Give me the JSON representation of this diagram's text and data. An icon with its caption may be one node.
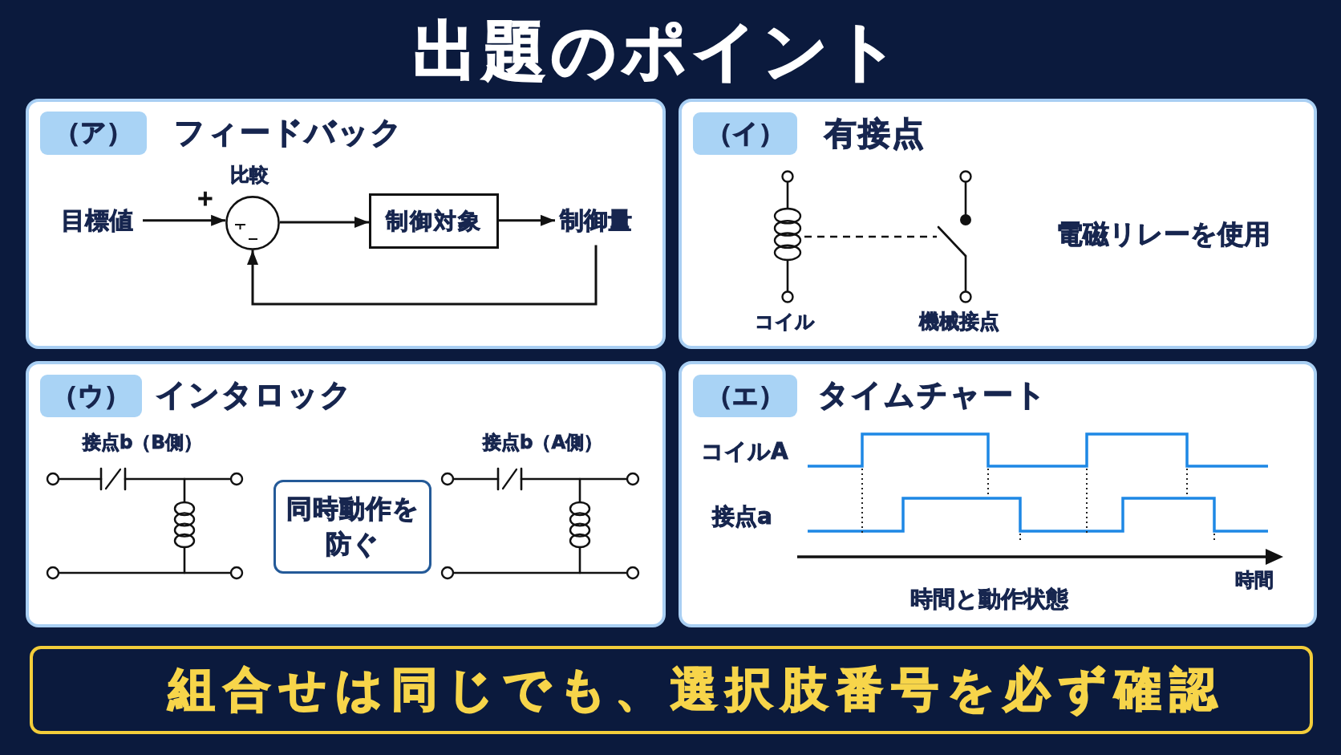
{
  "diagram": {
    "title": "出題のポイント",
    "nodes": [
      {
        "text": [
          "フィードバック"
        ]
      },
      {
        "text": [
          "（ア）"
        ],
        "in": 0
      },
      {
        "text": [
          "目標値"
        ],
        "in": 0
      },
      {
        "text": [],
        "shape": "circle",
        "in": 0,
        "beside": [
          "比較",
          "+"
        ]
      },
      {
        "text": [
          "制御対象"
        ],
        "in": 0
      },
      {
        "text": [
          "制御量"
        ],
        "in": 0
      },
      {
        "text": [
          "有接点"
        ]
      },
      {
        "text": [
          "（イ）"
        ],
        "in": 6
      },
      {
        "text": [],
        "shape": "coil",
        "in": 6,
        "beside": [
          "コイル"
        ]
      },
      {
        "text": [],
        "shape": "switch",
        "in": 6,
        "beside": [
          "機械接点"
        ]
      },
      {
        "text": [
          "インタロック"
        ]
      },
      {
        "text": [
          "（ウ）"
        ],
        "in": 10
      },
      {
        "text": [
          "同時動作を防ぐ"
        ],
        "in": 10
      },
      {
        "text": [
          "タイムチャート"
        ]
      },
      {
        "text": [
          "（エ）"
        ],
        "in": 13
      },
      {
        "text": [
          "組合せは同じでも、選択肢番号を必ず確認"
        ]
      }
    ],
    "edges": [
      {
        "from": 2,
        "to": 3,
        "arrow": "to"
      },
      {
        "from": 3,
        "to": 4,
        "arrow": "to"
      },
      {
        "from": 4,
        "to": 5,
        "arrow": "to"
      },
      {
        "from": 5,
        "to": 3,
        "arrow": "to"
      },
      {
        "from": 8,
        "to": 9,
        "arrow": "none",
        "style": "dashed"
      }
    ],
    "labels": [
      "電磁リレーを使用",
      "接点b（B側）",
      "接点b（A側）",
      "コイルA",
      "接点a",
      "時間",
      "時間と動作状態"
    ]
  }
}
